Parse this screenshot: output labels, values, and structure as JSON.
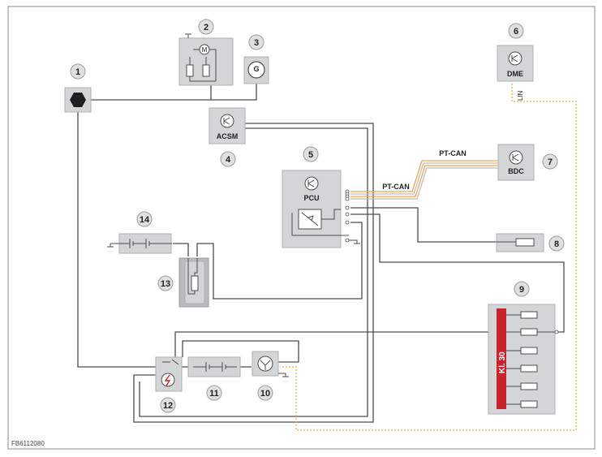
{
  "figure_code": "FB6112080",
  "components": {
    "c1": {
      "number": "1"
    },
    "c2": {
      "number": "2"
    },
    "c3": {
      "number": "3",
      "symbol": "G"
    },
    "c4": {
      "number": "4",
      "label": "ACSM"
    },
    "c5": {
      "number": "5",
      "label": "PCU"
    },
    "c6": {
      "number": "6",
      "label": "DME"
    },
    "c7": {
      "number": "7",
      "label": "BDC"
    },
    "c8": {
      "number": "8"
    },
    "c9": {
      "number": "9",
      "label": "Kl. 30"
    },
    "c10": {
      "number": "10"
    },
    "c11": {
      "number": "11"
    },
    "c12": {
      "number": "12"
    },
    "c13": {
      "number": "13"
    },
    "c14": {
      "number": "14"
    }
  },
  "bus_labels": {
    "pt_can_left": "PT-CAN",
    "pt_can_right": "PT-CAN",
    "lin": "LIN"
  },
  "motor_symbol": "M",
  "colors": {
    "frame": "#9aa0a6",
    "box_fill": "#d4d5d7",
    "box_stroke": "#aeb0b3",
    "wire": "#4d4d4d",
    "can_orange": "#f2a24a",
    "lin_dotted": "#f2b04a",
    "kl30_red": "#c8232c",
    "bubble_fill": "#e0e0e0"
  }
}
